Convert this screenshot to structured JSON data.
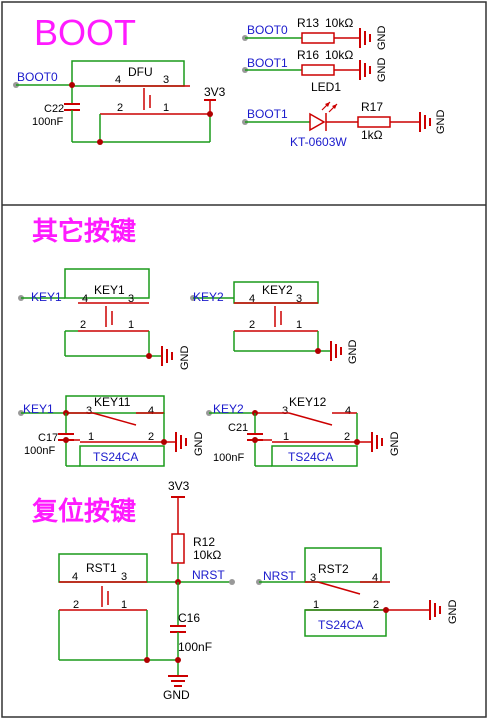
{
  "sections": {
    "boot_title": "BOOT",
    "other_keys_title": "其它按键",
    "reset_title": "复位按键"
  },
  "colors": {
    "wire": "#1a9a1a",
    "part": "#cc0000",
    "label": "#1a1acc",
    "heading": "#ff1aff",
    "dot": "#b00000"
  },
  "boot": {
    "net_boot0": "BOOT0",
    "switch_name": "DFU",
    "pin4": "4",
    "pin3": "3",
    "pin2": "2",
    "pin1": "1",
    "power": "3V3",
    "cap_ref": "C22",
    "cap_value": "100nF",
    "r13": {
      "net": "BOOT0",
      "ref": "R13",
      "value": "10kΩ",
      "gnd": "GND"
    },
    "r16": {
      "net": "BOOT1",
      "ref": "R16",
      "value": "10kΩ",
      "gnd": "GND"
    },
    "led": {
      "net": "BOOT1",
      "ref": "LED1",
      "part": "KT-0603W",
      "res_ref": "R17",
      "res_value": "1kΩ",
      "gnd": "GND"
    }
  },
  "keys": {
    "key1": {
      "net": "KEY1",
      "name": "KEY1",
      "p4": "4",
      "p3": "3",
      "p2": "2",
      "p1": "1",
      "gnd": "GND"
    },
    "key2": {
      "net": "KEY2",
      "name": "KEY2",
      "p4": "4",
      "p3": "3",
      "p2": "2",
      "p1": "1",
      "gnd": "GND"
    },
    "key11": {
      "net": "KEY1",
      "name": "KEY11",
      "p3": "3",
      "p4": "4",
      "p1": "1",
      "p2": "2",
      "cap_ref": "C17",
      "cap_value": "100nF",
      "part": "TS24CA",
      "gnd": "GND"
    },
    "key12": {
      "net": "KEY2",
      "name": "KEY12",
      "p3": "3",
      "p4": "4",
      "p1": "1",
      "p2": "2",
      "cap_ref": "C21",
      "cap_value": "100nF",
      "part": "TS24CA",
      "gnd": "GND"
    }
  },
  "reset": {
    "power": "3V3",
    "res_ref": "R12",
    "res_value": "10kΩ",
    "net": "NRST",
    "switch_name": "RST1",
    "p4": "4",
    "p3": "3",
    "p2": "2",
    "p1": "1",
    "cap_ref": "C16",
    "cap_value": "100nF",
    "gnd": "GND",
    "rst2": {
      "net": "NRST",
      "name": "RST2",
      "p3": "3",
      "p4": "4",
      "p1": "1",
      "p2": "2",
      "part": "TS24CA",
      "gnd": "GND"
    }
  }
}
